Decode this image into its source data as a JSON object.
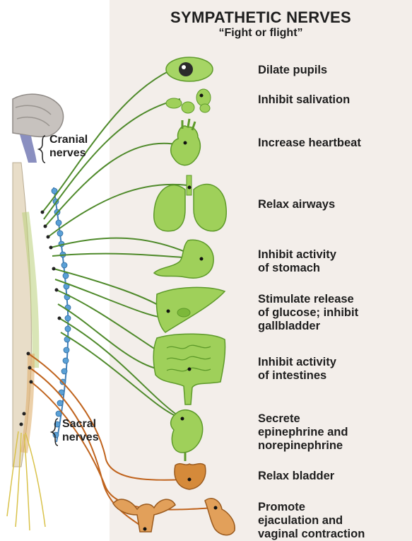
{
  "header": {
    "title": "SYMPATHETIC NERVES",
    "subtitle": "“Fight or flight”"
  },
  "nerve_groups": {
    "cranial": "Cranial\nnerves",
    "sacral": "Sacral\nnerves"
  },
  "effects": [
    {
      "organ": "eye",
      "text": "Dilate pupils"
    },
    {
      "organ": "salivary-glands",
      "text": "Inhibit salivation"
    },
    {
      "organ": "heart",
      "text": "Increase heartbeat"
    },
    {
      "organ": "lungs",
      "text": "Relax airways"
    },
    {
      "organ": "stomach",
      "text": "Inhibit activity\nof stomach"
    },
    {
      "organ": "liver",
      "text": "Stimulate release\nof glucose; inhibit\ngallbladder"
    },
    {
      "organ": "intestines",
      "text": "Inhibit activity\nof intestines"
    },
    {
      "organ": "adrenal-gland",
      "text": "Secrete\nepinephrine and\nnorepinephrine"
    },
    {
      "organ": "bladder",
      "text": "Relax bladder"
    },
    {
      "organ": "reproductive-organs",
      "text": "Promote\nejaculation and\nvaginal contraction"
    }
  ],
  "colors": {
    "panel": "#f3eeea",
    "organ_green": "#9fd05a",
    "organ_green_dark": "#5e9a2a",
    "nerve_green": "#4f8a2b",
    "nerve_orange": "#c0641e",
    "chain_blue": "#5aa0d6",
    "brain": "#b9b4b0",
    "bladder_orange": "#d58a3a"
  }
}
